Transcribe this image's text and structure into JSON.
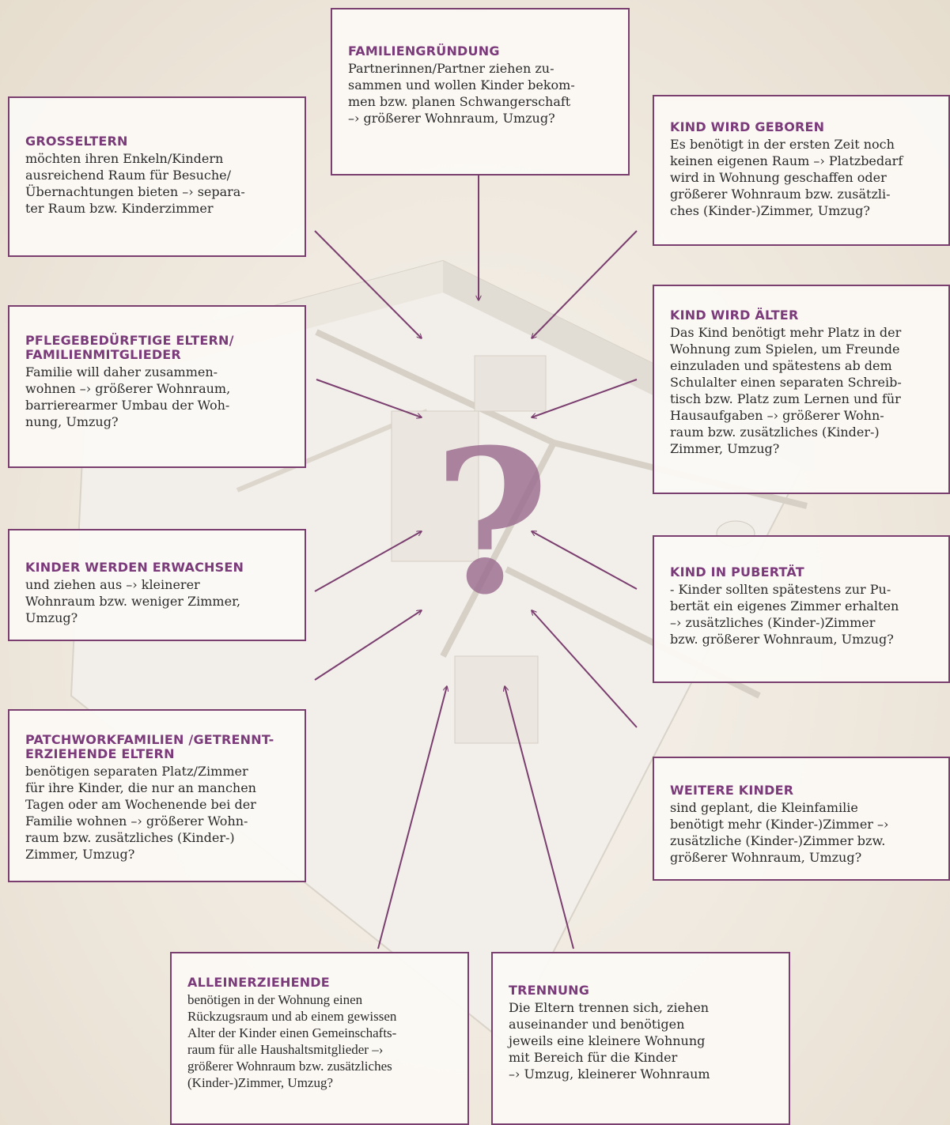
{
  "center_symbol": "?",
  "colors": {
    "accent": "#7b3a7a",
    "border": "#7a3e6f",
    "arrow": "#7a3e6f"
  },
  "boxes": [
    {
      "id": "familiengruendung",
      "title": "FAMILIENGRÜNDUNG",
      "text": "Partnerinnen/Partner ziehen zu-\nsammen und wollen Kinder bekom-\nmen bzw. planen Schwangerschaft\n–› größerer Wohnraum, Umzug?"
    },
    {
      "id": "grosseltern",
      "title": "GROSSELTERN",
      "text": "möchten ihren Enkeln/Kindern\nausreichend Raum für Besuche/\nÜbernachtungen bieten –› separa-\nter Raum bzw. Kinderzimmer"
    },
    {
      "id": "kind-geboren",
      "title": "KIND WIRD GEBOREN",
      "text": "Es benötigt in der ersten Zeit noch\nkeinen eigenen Raum –› Platzbedarf\nwird in Wohnung geschaffen oder\ngrößerer Wohnraum bzw. zusätzli-\nches (Kinder-)Zimmer, Umzug?"
    },
    {
      "id": "pflegebeduerftige",
      "title": "PFLEGEBEDÜRFTIGE ELTERN/\nFAMILIENMITGLIEDER",
      "text": "Familie will daher zusammen-\nwohnen –› größerer Wohnraum,\nbarrierearmer Umbau der Woh-\nnung, Umzug?"
    },
    {
      "id": "kind-aelter",
      "title": "KIND WIRD ÄLTER",
      "text": "Das Kind benötigt mehr Platz in der\nWohnung zum Spielen, um Freunde\neinzuladen und spätestens ab dem\nSchulalter einen separaten Schreib-\ntisch bzw. Platz zum Lernen und für\nHausaufgaben –› größerer Wohn-\nraum bzw. zusätzliches (Kinder-)\nZimmer, Umzug?"
    },
    {
      "id": "kinder-erwachsen",
      "title": "KINDER WERDEN ERWACHSEN",
      "text": "und ziehen aus –› kleinerer\nWohnraum bzw. weniger Zimmer,\nUmzug?"
    },
    {
      "id": "kind-pubertaet",
      "title": "KIND IN PUBERTÄT",
      "text": "- Kinder sollten spätestens zur Pu-\nbertät ein eigenes Zimmer erhalten\n–› zusätzliches (Kinder-)Zimmer\nbzw. größerer Wohnraum, Umzug?"
    },
    {
      "id": "patchwork",
      "title": "PATCHWORKFAMILIEN /GETRENNT-\nERZIEHENDE ELTERN",
      "text": "benötigen separaten Platz/Zimmer\nfür ihre Kinder, die nur an manchen\nTagen oder am Wochenende bei der\nFamilie wohnen –› größerer Wohn-\nraum bzw. zusätzliches (Kinder-)\nZimmer, Umzug?"
    },
    {
      "id": "weitere-kinder",
      "title": "WEITERE KINDER",
      "text": "sind geplant, die Kleinfamilie\nbenötigt mehr (Kinder-)Zimmer –›\nzusätzliche (Kinder-)Zimmer bzw.\ngrößerer Wohnraum, Umzug?"
    },
    {
      "id": "alleinerziehende",
      "title": "ALLEINERZIEHENDE",
      "text": "benötigen in der Wohnung einen\nRückzugsraum und ab einem gewissen\nAlter der Kinder einen Gemeinschafts-\nraum für alle Haushaltsmitglieder –›\ngrößerer Wohnraum bzw. zusätzliches\n(Kinder-)Zimmer, Umzug?"
    },
    {
      "id": "trennung",
      "title": "TRENNUNG",
      "text": "Die Eltern trennen sich, ziehen\nauseinander und benötigen\njeweils eine kleinere Wohnung\nmit Bereich für die Kinder\n–› Umzug, kleinerer Wohnraum"
    }
  ]
}
